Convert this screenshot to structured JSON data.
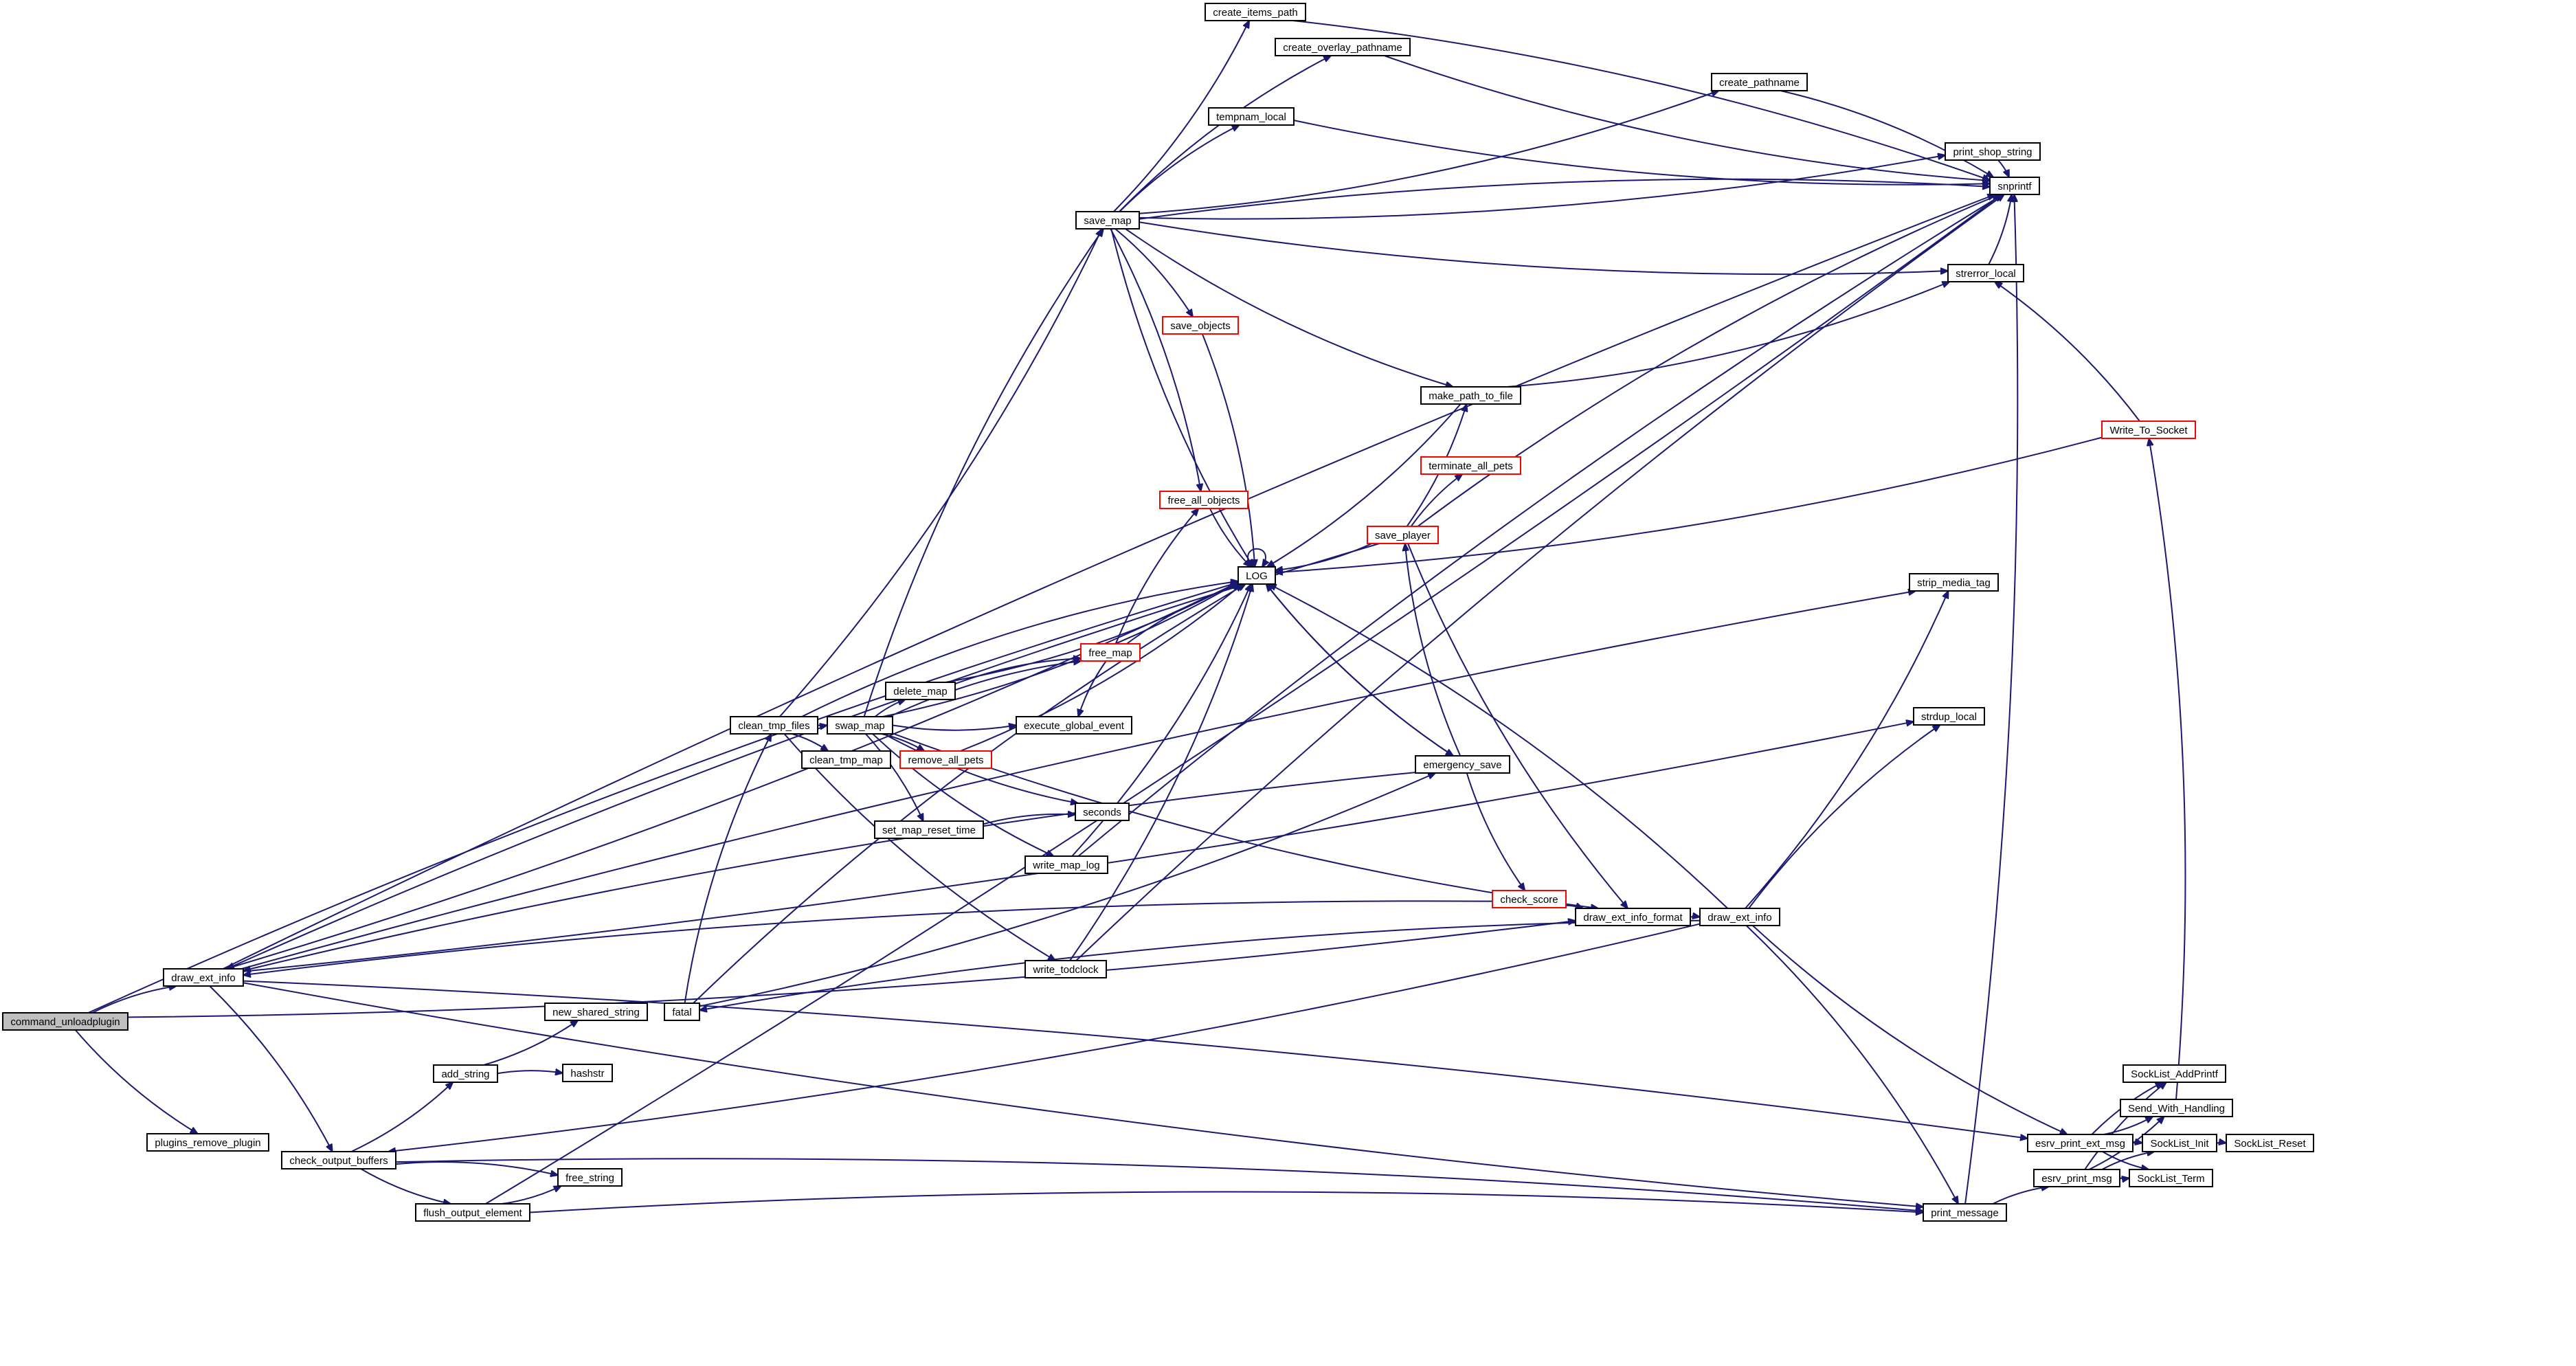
{
  "graph": {
    "title": "command_unloadplugin call graph",
    "edge_color": "#191970",
    "root_fill": "#bfbfbf",
    "truncated_border": "#ff0000",
    "nodes": [
      {
        "id": "command_unloadplugin",
        "label": "command_unloadplugin",
        "root": true
      },
      {
        "id": "draw_ext_info_l",
        "label": "draw_ext_info"
      },
      {
        "id": "plugins_remove_plugin",
        "label": "plugins_remove_plugin"
      },
      {
        "id": "check_output_buffers",
        "label": "check_output_buffers"
      },
      {
        "id": "add_string",
        "label": "add_string"
      },
      {
        "id": "new_shared_string",
        "label": "new_shared_string"
      },
      {
        "id": "hashstr",
        "label": "hashstr"
      },
      {
        "id": "fatal",
        "label": "fatal"
      },
      {
        "id": "free_string",
        "label": "free_string"
      },
      {
        "id": "flush_output_element",
        "label": "flush_output_element"
      },
      {
        "id": "clean_tmp_files",
        "label": "clean_tmp_files"
      },
      {
        "id": "swap_map",
        "label": "swap_map"
      },
      {
        "id": "clean_tmp_map",
        "label": "clean_tmp_map"
      },
      {
        "id": "delete_map",
        "label": "delete_map"
      },
      {
        "id": "free_map",
        "label": "free_map",
        "truncated": true
      },
      {
        "id": "execute_global_event",
        "label": "execute_global_event"
      },
      {
        "id": "remove_all_pets",
        "label": "remove_all_pets",
        "truncated": true
      },
      {
        "id": "seconds",
        "label": "seconds"
      },
      {
        "id": "set_map_reset_time",
        "label": "set_map_reset_time"
      },
      {
        "id": "write_map_log",
        "label": "write_map_log"
      },
      {
        "id": "write_todclock",
        "label": "write_todclock"
      },
      {
        "id": "save_map",
        "label": "save_map"
      },
      {
        "id": "create_items_path",
        "label": "create_items_path"
      },
      {
        "id": "create_overlay_pathname",
        "label": "create_overlay_pathname"
      },
      {
        "id": "create_pathname",
        "label": "create_pathname"
      },
      {
        "id": "tempnam_local",
        "label": "tempnam_local"
      },
      {
        "id": "print_shop_string",
        "label": "print_shop_string"
      },
      {
        "id": "snprintf",
        "label": "snprintf"
      },
      {
        "id": "strerror_local",
        "label": "strerror_local"
      },
      {
        "id": "save_objects",
        "label": "save_objects",
        "truncated": true
      },
      {
        "id": "make_path_to_file",
        "label": "make_path_to_file"
      },
      {
        "id": "free_all_objects",
        "label": "free_all_objects",
        "truncated": true
      },
      {
        "id": "LOG",
        "label": "LOG"
      },
      {
        "id": "terminate_all_pets",
        "label": "terminate_all_pets",
        "truncated": true
      },
      {
        "id": "save_player",
        "label": "save_player",
        "truncated": true
      },
      {
        "id": "Write_To_Socket",
        "label": "Write_To_Socket",
        "truncated": true
      },
      {
        "id": "strip_media_tag",
        "label": "strip_media_tag"
      },
      {
        "id": "strdup_local",
        "label": "strdup_local"
      },
      {
        "id": "emergency_save",
        "label": "emergency_save"
      },
      {
        "id": "check_score",
        "label": "check_score",
        "truncated": true
      },
      {
        "id": "draw_ext_info_format",
        "label": "draw_ext_info_format"
      },
      {
        "id": "draw_ext_info_r",
        "label": "draw_ext_info"
      },
      {
        "id": "SockList_AddPrintf",
        "label": "SockList_AddPrintf"
      },
      {
        "id": "Send_With_Handling",
        "label": "Send_With_Handling"
      },
      {
        "id": "esrv_print_ext_msg",
        "label": "esrv_print_ext_msg"
      },
      {
        "id": "SockList_Init",
        "label": "SockList_Init"
      },
      {
        "id": "SockList_Reset",
        "label": "SockList_Reset"
      },
      {
        "id": "esrv_print_msg",
        "label": "esrv_print_msg"
      },
      {
        "id": "SockList_Term",
        "label": "SockList_Term"
      },
      {
        "id": "print_message",
        "label": "print_message"
      }
    ],
    "edges": [
      [
        "command_unloadplugin",
        "draw_ext_info_l"
      ],
      [
        "command_unloadplugin",
        "plugins_remove_plugin"
      ],
      [
        "command_unloadplugin",
        "LOG"
      ],
      [
        "command_unloadplugin",
        "draw_ext_info_format"
      ],
      [
        "draw_ext_info_l",
        "check_output_buffers"
      ],
      [
        "draw_ext_info_l",
        "print_message"
      ],
      [
        "draw_ext_info_l",
        "esrv_print_ext_msg"
      ],
      [
        "draw_ext_info_l",
        "LOG"
      ],
      [
        "draw_ext_info_l",
        "snprintf"
      ],
      [
        "draw_ext_info_l",
        "strdup_local"
      ],
      [
        "draw_ext_info_l",
        "strip_media_tag"
      ],
      [
        "check_output_buffers",
        "add_string"
      ],
      [
        "check_output_buffers",
        "free_string"
      ],
      [
        "check_output_buffers",
        "flush_output_element"
      ],
      [
        "check_output_buffers",
        "print_message"
      ],
      [
        "add_string",
        "new_shared_string"
      ],
      [
        "add_string",
        "hashstr"
      ],
      [
        "flush_output_element",
        "free_string"
      ],
      [
        "flush_output_element",
        "print_message"
      ],
      [
        "flush_output_element",
        "snprintf"
      ],
      [
        "fatal",
        "clean_tmp_files"
      ],
      [
        "fatal",
        "emergency_save"
      ],
      [
        "fatal",
        "LOG"
      ],
      [
        "clean_tmp_files",
        "swap_map"
      ],
      [
        "clean_tmp_files",
        "clean_tmp_map"
      ],
      [
        "clean_tmp_files",
        "save_map"
      ],
      [
        "clean_tmp_files",
        "LOG"
      ],
      [
        "clean_tmp_files",
        "write_todclock"
      ],
      [
        "swap_map",
        "delete_map"
      ],
      [
        "swap_map",
        "execute_global_event"
      ],
      [
        "swap_map",
        "remove_all_pets"
      ],
      [
        "swap_map",
        "seconds"
      ],
      [
        "swap_map",
        "set_map_reset_time"
      ],
      [
        "swap_map",
        "write_map_log"
      ],
      [
        "swap_map",
        "save_map"
      ],
      [
        "swap_map",
        "LOG"
      ],
      [
        "swap_map",
        "free_map"
      ],
      [
        "swap_map",
        "draw_ext_info_format"
      ],
      [
        "delete_map",
        "free_map"
      ],
      [
        "delete_map",
        "LOG"
      ],
      [
        "free_map",
        "free_all_objects"
      ],
      [
        "free_map",
        "execute_global_event"
      ],
      [
        "free_map",
        "LOG"
      ],
      [
        "remove_all_pets",
        "LOG"
      ],
      [
        "set_map_reset_time",
        "seconds"
      ],
      [
        "write_map_log",
        "LOG"
      ],
      [
        "write_map_log",
        "snprintf"
      ],
      [
        "write_todclock",
        "LOG"
      ],
      [
        "write_todclock",
        "snprintf"
      ],
      [
        "save_map",
        "create_items_path"
      ],
      [
        "save_map",
        "create_overlay_pathname"
      ],
      [
        "save_map",
        "create_pathname"
      ],
      [
        "save_map",
        "tempnam_local"
      ],
      [
        "save_map",
        "print_shop_string"
      ],
      [
        "save_map",
        "snprintf"
      ],
      [
        "save_map",
        "strerror_local"
      ],
      [
        "save_map",
        "save_objects"
      ],
      [
        "save_map",
        "make_path_to_file"
      ],
      [
        "save_map",
        "free_all_objects"
      ],
      [
        "save_map",
        "LOG"
      ],
      [
        "create_items_path",
        "snprintf"
      ],
      [
        "create_overlay_pathname",
        "snprintf"
      ],
      [
        "create_pathname",
        "snprintf"
      ],
      [
        "tempnam_local",
        "snprintf"
      ],
      [
        "print_shop_string",
        "snprintf"
      ],
      [
        "strerror_local",
        "snprintf"
      ],
      [
        "save_objects",
        "LOG"
      ],
      [
        "free_all_objects",
        "LOG"
      ],
      [
        "make_path_to_file",
        "LOG"
      ],
      [
        "make_path_to_file",
        "strerror_local"
      ],
      [
        "LOG",
        "LOG"
      ],
      [
        "LOG",
        "emergency_save"
      ],
      [
        "save_player",
        "LOG"
      ],
      [
        "save_player",
        "make_path_to_file"
      ],
      [
        "save_player",
        "terminate_all_pets"
      ],
      [
        "save_player",
        "draw_ext_info_format"
      ],
      [
        "save_player",
        "snprintf"
      ],
      [
        "save_player",
        "draw_ext_info_l"
      ],
      [
        "Write_To_Socket",
        "LOG"
      ],
      [
        "Write_To_Socket",
        "strerror_local"
      ],
      [
        "emergency_save",
        "save_player"
      ],
      [
        "emergency_save",
        "check_score"
      ],
      [
        "emergency_save",
        "LOG"
      ],
      [
        "emergency_save",
        "draw_ext_info_l"
      ],
      [
        "check_score",
        "draw_ext_info_format"
      ],
      [
        "check_score",
        "draw_ext_info_l"
      ],
      [
        "draw_ext_info_format",
        "draw_ext_info_r"
      ],
      [
        "draw_ext_info_r",
        "strip_media_tag"
      ],
      [
        "draw_ext_info_r",
        "strdup_local"
      ],
      [
        "draw_ext_info_r",
        "esrv_print_ext_msg"
      ],
      [
        "draw_ext_info_r",
        "print_message"
      ],
      [
        "draw_ext_info_r",
        "LOG"
      ],
      [
        "draw_ext_info_r",
        "check_output_buffers"
      ],
      [
        "draw_ext_info_r",
        "fatal"
      ],
      [
        "esrv_print_ext_msg",
        "SockList_AddPrintf"
      ],
      [
        "esrv_print_ext_msg",
        "Send_With_Handling"
      ],
      [
        "esrv_print_ext_msg",
        "SockList_Init"
      ],
      [
        "esrv_print_ext_msg",
        "SockList_Term"
      ],
      [
        "esrv_print_msg",
        "SockList_AddPrintf"
      ],
      [
        "esrv_print_msg",
        "Send_With_Handling"
      ],
      [
        "esrv_print_msg",
        "SockList_Init"
      ],
      [
        "esrv_print_msg",
        "SockList_Term"
      ],
      [
        "SockList_Init",
        "SockList_Reset"
      ],
      [
        "Send_With_Handling",
        "Write_To_Socket"
      ],
      [
        "print_message",
        "esrv_print_msg"
      ],
      [
        "print_message",
        "snprintf"
      ]
    ]
  }
}
